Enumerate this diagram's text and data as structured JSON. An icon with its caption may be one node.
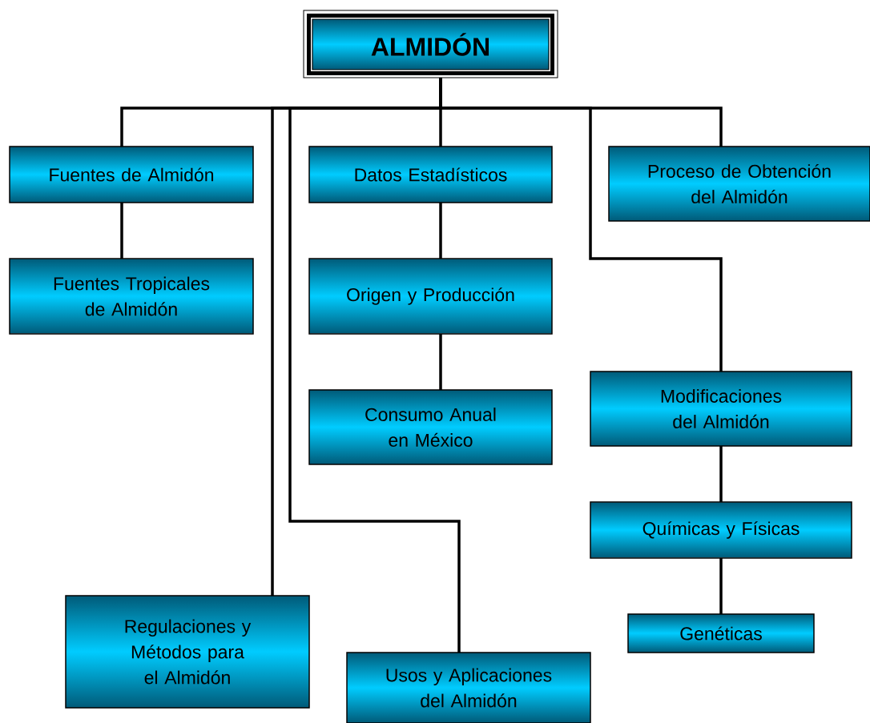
{
  "diagram": {
    "nodes": [
      {
        "text": [
          "ALMIDÓN"
        ]
      },
      {
        "text": [
          "Fuentes de Almidón"
        ]
      },
      {
        "text": [
          "Datos Estadísticos"
        ]
      },
      {
        "text": [
          "Proceso de Obtención del Almidón"
        ]
      },
      {
        "text": [
          "Fuentes Tropicales de Almidón"
        ]
      },
      {
        "text": [
          "Origen y Producción"
        ]
      },
      {
        "text": [
          "Consumo Anual en México"
        ]
      },
      {
        "text": [
          "Modificaciones del Almidón"
        ]
      },
      {
        "text": [
          "Químicas y Físicas"
        ]
      },
      {
        "text": [
          "Regulaciones y Métodos para el Almidón"
        ]
      },
      {
        "text": [
          "Usos y Aplicaciones del Almidón"
        ]
      },
      {
        "text": [
          "Genéticas"
        ]
      }
    ],
    "edges": [
      {
        "from": 0,
        "to": 1,
        "arrow": "none"
      },
      {
        "from": 0,
        "to": 2,
        "arrow": "none"
      },
      {
        "from": 0,
        "to": 3,
        "arrow": "none"
      },
      {
        "from": 0,
        "to": 7,
        "arrow": "none"
      },
      {
        "from": 0,
        "to": 9,
        "arrow": "none"
      },
      {
        "from": 0,
        "to": 10,
        "arrow": "none"
      },
      {
        "from": 1,
        "to": 4,
        "arrow": "none"
      },
      {
        "from": 2,
        "to": 5,
        "arrow": "none"
      },
      {
        "from": 5,
        "to": 6,
        "arrow": "none"
      },
      {
        "from": 7,
        "to": 8,
        "arrow": "none"
      },
      {
        "from": 8,
        "to": 11,
        "arrow": "none"
      }
    ]
  }
}
